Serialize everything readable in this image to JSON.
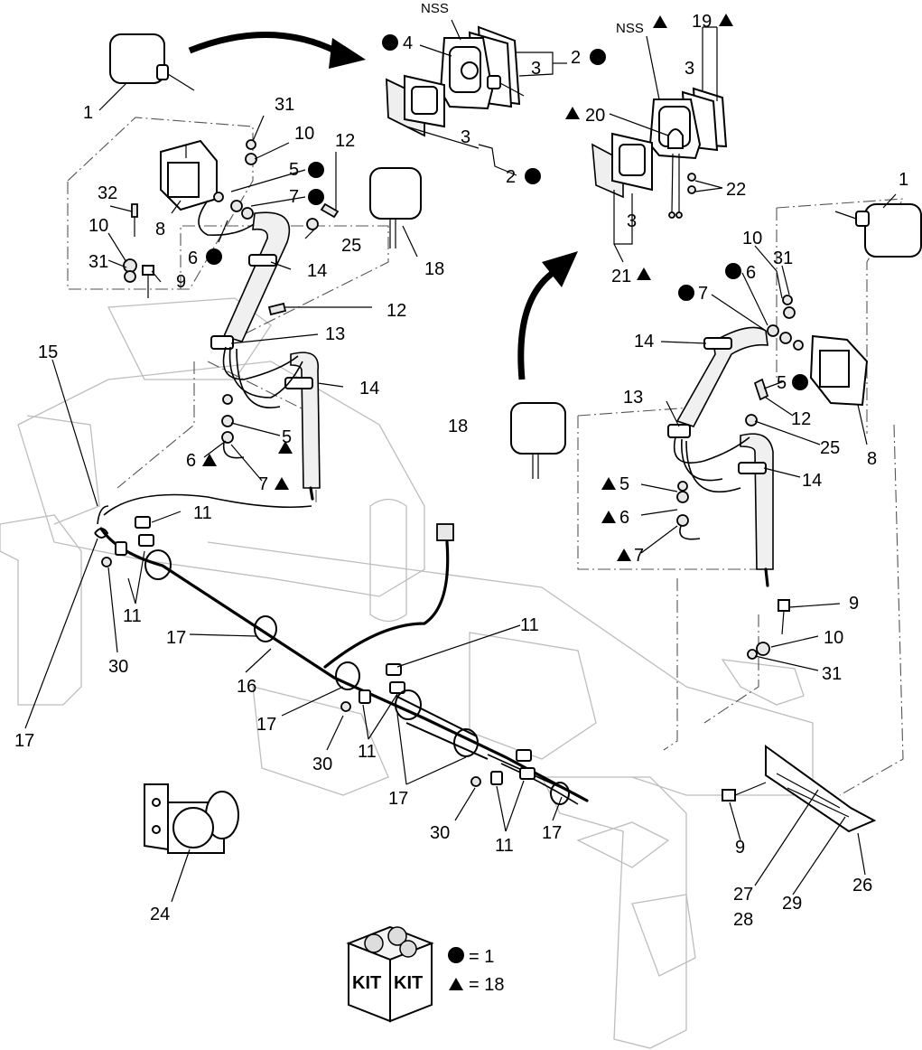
{
  "parts": [
    {
      "id": "p-1-left",
      "text": "1"
    },
    {
      "id": "p-nss-top",
      "text": "NSS"
    },
    {
      "id": "p-4",
      "text": "4"
    },
    {
      "id": "p-3-a",
      "text": "3"
    },
    {
      "id": "p-2-a",
      "text": "2"
    },
    {
      "id": "p-3-b",
      "text": "3"
    },
    {
      "id": "p-2-b",
      "text": "2"
    },
    {
      "id": "p-nss-right",
      "text": "NSS"
    },
    {
      "id": "p-19",
      "text": "19"
    },
    {
      "id": "p-3-c",
      "text": "3"
    },
    {
      "id": "p-20",
      "text": "20"
    },
    {
      "id": "p-22",
      "text": "22"
    },
    {
      "id": "p-3-d",
      "text": "3"
    },
    {
      "id": "p-21",
      "text": "21"
    },
    {
      "id": "p-1-right",
      "text": "1"
    },
    {
      "id": "p-31-a",
      "text": "31"
    },
    {
      "id": "p-10-a",
      "text": "10"
    },
    {
      "id": "p-12-a",
      "text": "12"
    },
    {
      "id": "p-5-a",
      "text": "5"
    },
    {
      "id": "p-7-a",
      "text": "7"
    },
    {
      "id": "p-32",
      "text": "32"
    },
    {
      "id": "p-8-a",
      "text": "8"
    },
    {
      "id": "p-6-a",
      "text": "6"
    },
    {
      "id": "p-10-b",
      "text": "10"
    },
    {
      "id": "p-25-a",
      "text": "25"
    },
    {
      "id": "p-18-a",
      "text": "18"
    },
    {
      "id": "p-31-b",
      "text": "31"
    },
    {
      "id": "p-9-a",
      "text": "9"
    },
    {
      "id": "p-14-a",
      "text": "14"
    },
    {
      "id": "p-12-b",
      "text": "12"
    },
    {
      "id": "p-13-a",
      "text": "13"
    },
    {
      "id": "p-15",
      "text": "15"
    },
    {
      "id": "p-14-b",
      "text": "14"
    },
    {
      "id": "p-5-b",
      "text": "5"
    },
    {
      "id": "p-6-b",
      "text": "6"
    },
    {
      "id": "p-7-b",
      "text": "7"
    },
    {
      "id": "p-11-a",
      "text": "11"
    },
    {
      "id": "p-11-b",
      "text": "11"
    },
    {
      "id": "p-17-a",
      "text": "17"
    },
    {
      "id": "p-30-a",
      "text": "30"
    },
    {
      "id": "p-16",
      "text": "16"
    },
    {
      "id": "p-17-b",
      "text": "17"
    },
    {
      "id": "p-17-c",
      "text": "17"
    },
    {
      "id": "p-11-c",
      "text": "11"
    },
    {
      "id": "p-30-b",
      "text": "30"
    },
    {
      "id": "p-11-d",
      "text": "11"
    },
    {
      "id": "p-17-d",
      "text": "17"
    },
    {
      "id": "p-30-c",
      "text": "30"
    },
    {
      "id": "p-11-e",
      "text": "11"
    },
    {
      "id": "p-17-e",
      "text": "17"
    },
    {
      "id": "p-24",
      "text": "24"
    },
    {
      "id": "p-10-c",
      "text": "10"
    },
    {
      "id": "p-31-c",
      "text": "31"
    },
    {
      "id": "p-6-c",
      "text": "6"
    },
    {
      "id": "p-7-c",
      "text": "7"
    },
    {
      "id": "p-14-c",
      "text": "14"
    },
    {
      "id": "p-5-c",
      "text": "5"
    },
    {
      "id": "p-13-b",
      "text": "13"
    },
    {
      "id": "p-12-c",
      "text": "12"
    },
    {
      "id": "p-18-b",
      "text": "18"
    },
    {
      "id": "p-25-b",
      "text": "25"
    },
    {
      "id": "p-8-b",
      "text": "8"
    },
    {
      "id": "p-14-d",
      "text": "14"
    },
    {
      "id": "p-5-d",
      "text": "5"
    },
    {
      "id": "p-6-d",
      "text": "6"
    },
    {
      "id": "p-7-d",
      "text": "7"
    },
    {
      "id": "p-9-b",
      "text": "9"
    },
    {
      "id": "p-10-d",
      "text": "10"
    },
    {
      "id": "p-31-d",
      "text": "31"
    },
    {
      "id": "p-9-c",
      "text": "9"
    },
    {
      "id": "p-27",
      "text": "27"
    },
    {
      "id": "p-28",
      "text": "28"
    },
    {
      "id": "p-29",
      "text": "29"
    },
    {
      "id": "p-26",
      "text": "26"
    }
  ],
  "legend": {
    "kit_label_1": "KIT",
    "kit_label_2": "KIT",
    "circle_value": "= 1",
    "triangle_value": "= 18"
  }
}
